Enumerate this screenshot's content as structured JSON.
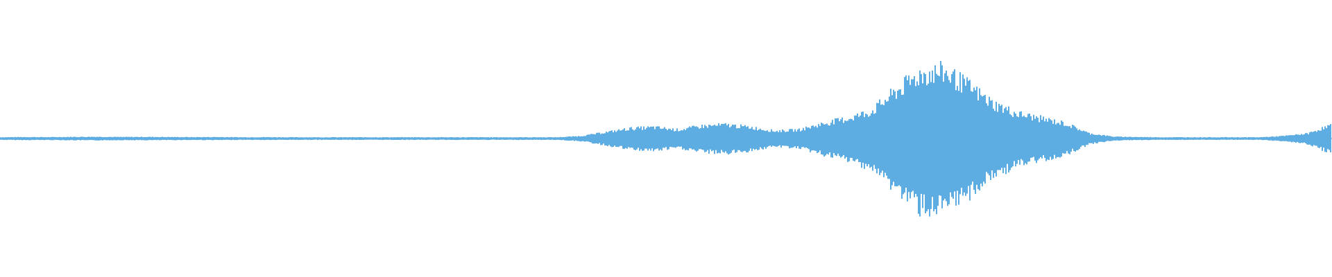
{
  "waveform": {
    "color": "#5dade2",
    "amplitude_envelope": [
      0.01,
      0.012,
      0.011,
      0.013,
      0.014,
      0.012,
      0.013,
      0.012,
      0.011,
      0.012,
      0.01,
      0.011,
      0.01,
      0.01,
      0.01,
      0.01,
      0.01,
      0.01,
      0.01,
      0.01,
      0.01,
      0.01,
      0.01,
      0.01,
      0.02,
      0.05,
      0.08,
      0.09,
      0.07,
      0.1,
      0.11,
      0.09,
      0.06,
      0.07,
      0.12,
      0.16,
      0.22,
      0.38,
      0.52,
      0.54,
      0.42,
      0.28,
      0.2,
      0.16,
      0.12,
      0.04,
      0.015,
      0.012,
      0.01,
      0.01,
      0.01,
      0.01,
      0.01,
      0.02,
      0.04,
      0.11
    ]
  }
}
